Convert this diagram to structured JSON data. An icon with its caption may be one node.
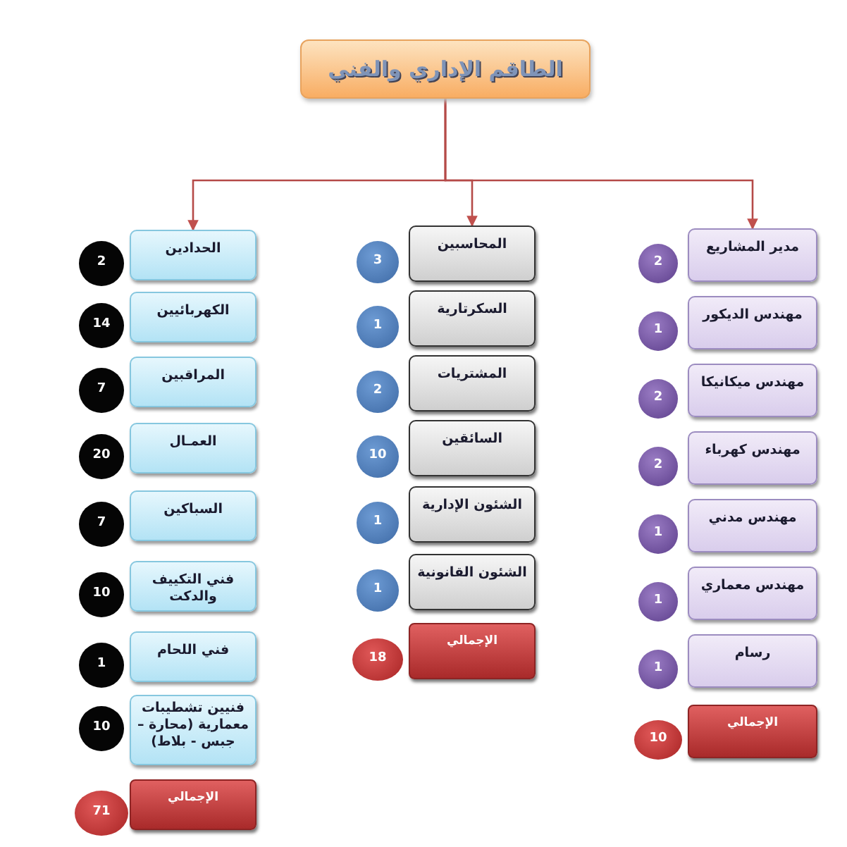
{
  "diagram": {
    "nodes": [
      {
        "text": [
          "الطاقم الإداري والفني"
        ]
      },
      {
        "text": [
          "مدير المشاريع"
        ]
      },
      {
        "text": [
          "2"
        ]
      },
      {
        "text": [
          "مهندس الديكور"
        ]
      },
      {
        "text": [
          "1"
        ]
      },
      {
        "text": [
          "مهندس ميكانيكا"
        ]
      },
      {
        "text": [
          "2"
        ]
      },
      {
        "text": [
          "مهندس كهرباء"
        ]
      },
      {
        "text": [
          "2"
        ]
      },
      {
        "text": [
          "مهندس مدني"
        ]
      },
      {
        "text": [
          "1"
        ]
      },
      {
        "text": [
          "مهندس معماري"
        ]
      },
      {
        "text": [
          "1"
        ]
      },
      {
        "text": [
          "رسام"
        ]
      },
      {
        "text": [
          "1"
        ]
      },
      {
        "text": [
          "الإجمالي"
        ]
      },
      {
        "text": [
          "10"
        ]
      },
      {
        "text": [
          "المحاسبين"
        ]
      },
      {
        "text": [
          "3"
        ]
      },
      {
        "text": [
          "السكرتارية"
        ]
      },
      {
        "text": [
          "1"
        ]
      },
      {
        "text": [
          "المشتريات"
        ]
      },
      {
        "text": [
          "2"
        ]
      },
      {
        "text": [
          "السائقين"
        ]
      },
      {
        "text": [
          "10"
        ]
      },
      {
        "text": [
          "الشئون الإدارية"
        ]
      },
      {
        "text": [
          "1"
        ]
      },
      {
        "text": [
          "الشئون القانونية"
        ]
      },
      {
        "text": [
          "1"
        ]
      },
      {
        "text": [
          "الإجمالي"
        ]
      },
      {
        "text": [
          "18"
        ]
      },
      {
        "text": [
          "الحدادين"
        ]
      },
      {
        "text": [
          "2"
        ]
      },
      {
        "text": [
          "الكهربائيين"
        ]
      },
      {
        "text": [
          "14"
        ]
      },
      {
        "text": [
          "المراقبين"
        ]
      },
      {
        "text": [
          "7"
        ]
      },
      {
        "text": [
          "العمـال"
        ]
      },
      {
        "text": [
          "20"
        ]
      },
      {
        "text": [
          "السباكين"
        ]
      },
      {
        "text": [
          "7"
        ]
      },
      {
        "text": [
          "فني التكييف والدكت"
        ]
      },
      {
        "text": [
          "10"
        ]
      },
      {
        "text": [
          "فني اللحام"
        ]
      },
      {
        "text": [
          "1"
        ]
      },
      {
        "text": [
          "فنيين تشطيبات معمارية (محارة – جبس - بلاط)"
        ]
      },
      {
        "text": [
          "10"
        ]
      },
      {
        "text": [
          "الإجمالي"
        ]
      },
      {
        "text": [
          "71"
        ]
      }
    ],
    "edges": [
      {
        "from": 0,
        "to": 1,
        "arrow": "to"
      },
      {
        "from": 0,
        "to": 17,
        "arrow": "to"
      },
      {
        "from": 0,
        "to": 31,
        "arrow": "to"
      }
    ]
  }
}
